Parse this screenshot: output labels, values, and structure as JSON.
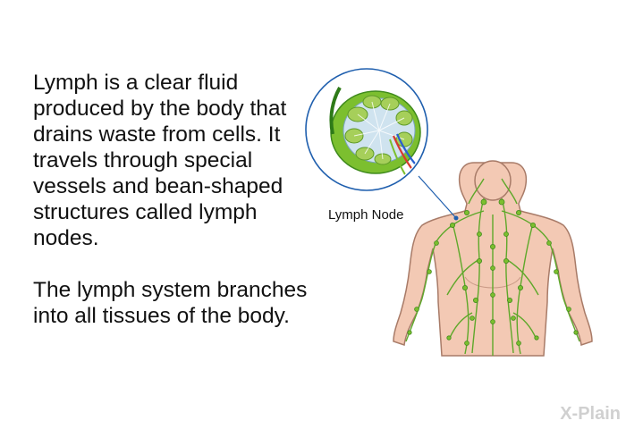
{
  "content": {
    "paragraph_1": "Lymph is a clear fluid produced by the body that drains waste from cells. It travels through special vessels and bean-shaped structures called lymph nodes.",
    "paragraph_2": "The lymph system branches into all tissues of the body."
  },
  "illustration": {
    "callout_label": "Lymph Node",
    "colors": {
      "lymph_green": "#7cbf2f",
      "vessel_green": "#2e9a1e",
      "skin": "#f3c9b4",
      "circle_outline": "#1f5fae"
    }
  },
  "branding": {
    "logo_text": "X-Plain"
  }
}
